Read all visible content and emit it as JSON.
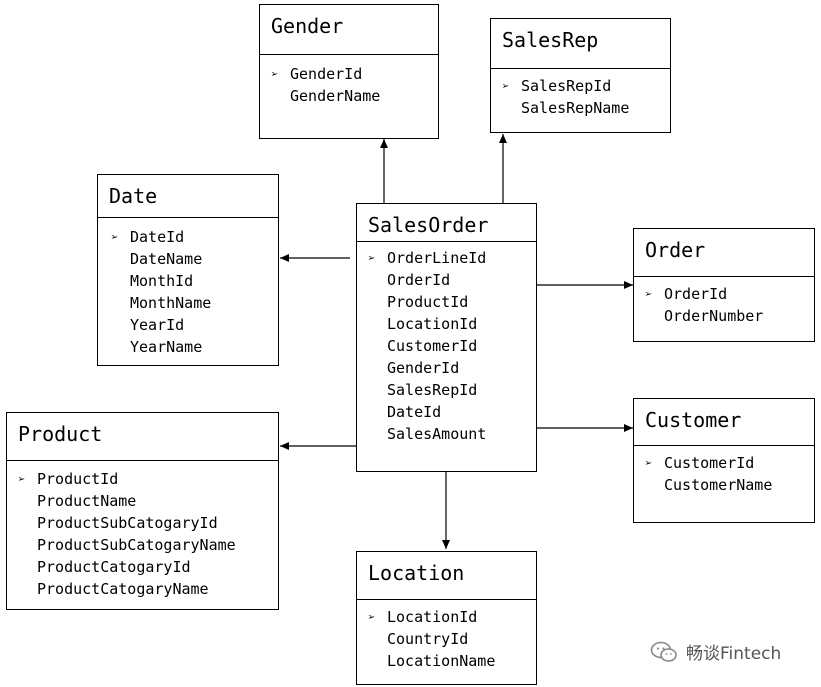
{
  "entities": {
    "gender": {
      "title": "Gender",
      "key": "GenderId",
      "fields": [
        "GenderName"
      ]
    },
    "salesrep": {
      "title": "SalesRep",
      "key": "SalesRepId",
      "fields": [
        "SalesRepName"
      ]
    },
    "date": {
      "title": "Date",
      "key": "DateId",
      "fields": [
        "DateName",
        "MonthId",
        "MonthName",
        "YearId",
        "YearName"
      ]
    },
    "salesorder": {
      "title": "SalesOrder",
      "key": "OrderLineId",
      "fields": [
        "OrderId",
        "ProductId",
        "LocationId",
        "CustomerId",
        "GenderId",
        "SalesRepId",
        "DateId",
        "SalesAmount"
      ]
    },
    "order": {
      "title": "Order",
      "key": "OrderId",
      "fields": [
        "OrderNumber"
      ]
    },
    "product": {
      "title": "Product",
      "key": "ProductId",
      "fields": [
        "ProductName",
        "ProductSubCatogaryId",
        "ProductSubCatogaryName",
        "ProductCatogaryId",
        "ProductCatogaryName"
      ]
    },
    "customer": {
      "title": "Customer",
      "key": "CustomerId",
      "fields": [
        "CustomerName"
      ]
    },
    "location": {
      "title": "Location",
      "key": "LocationId",
      "fields": [
        "CountryId",
        "LocationName"
      ]
    }
  },
  "key_marker": "➢",
  "watermark": {
    "text": "畅谈Fintech",
    "icon": "wechat-icon"
  }
}
